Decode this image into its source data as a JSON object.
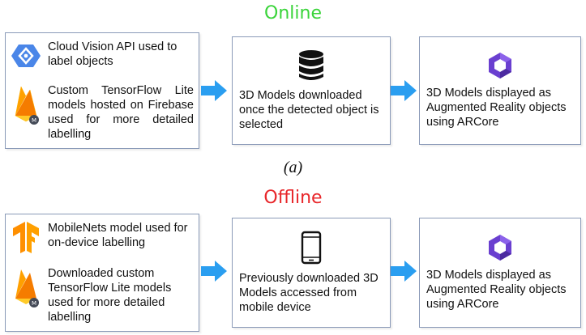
{
  "colors": {
    "online": "#3ad43a",
    "offline": "#e8262a",
    "arrow": "#2a9ef0",
    "box_border": "#8a9ab8"
  },
  "online": {
    "title": "Online",
    "sources": [
      {
        "icon": "cloud-vision-icon",
        "text": "Cloud Vision API used to label objects"
      },
      {
        "icon": "firebase-ml-icon",
        "text": "Custom TensorFlow Lite models hosted on Firebase used for more detailed labelling"
      }
    ],
    "step2": {
      "icon": "database-icon",
      "text": "3D Models downloaded once the detected object is selected"
    },
    "step3": {
      "icon": "arcore-icon",
      "text": "3D Models displayed as Augmented Reality objects using ARCore"
    }
  },
  "caption_a": "(a)",
  "offline": {
    "title": "Offline",
    "sources": [
      {
        "icon": "tensorflow-icon",
        "text": "MobileNets model used for on-device labelling"
      },
      {
        "icon": "firebase-ml-icon",
        "text": "Downloaded custom TensorFlow Lite models used for more detailed labelling"
      }
    ],
    "step2": {
      "icon": "smartphone-icon",
      "text": "Previously downloaded 3D Models accessed from mobile device"
    },
    "step3": {
      "icon": "arcore-icon",
      "text": "3D Models displayed as Augmented Reality objects using ARCore"
    }
  }
}
